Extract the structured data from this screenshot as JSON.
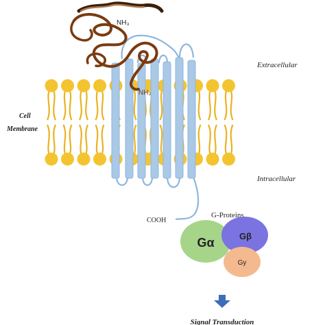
{
  "labels": {
    "extracellular": "Extracellular",
    "intracellular": "Intracellular",
    "cell_membrane_line1": "Cell",
    "cell_membrane_line2": "Membrane",
    "nh3": "NH₃",
    "nh2": "NH₂",
    "cooh": "COOH",
    "g_proteins": "G-Proteins",
    "g_alpha": "Gα",
    "g_beta": "Gβ",
    "g_gamma": "Gy",
    "signal_transduction": "Signal Transduction"
  },
  "colors": {
    "lipid_head": "#F4C430",
    "lipid_tail": "#E8B322",
    "helix": "#A9C9E6",
    "loop": "#8FB6DC",
    "ligand": "#7A3B10",
    "ligand_dark": "#3A1F0A",
    "g_alpha": "#A6D58A",
    "g_beta": "#7A73E0",
    "g_gamma": "#F5B98F",
    "arrow": "#3D6FB8"
  }
}
